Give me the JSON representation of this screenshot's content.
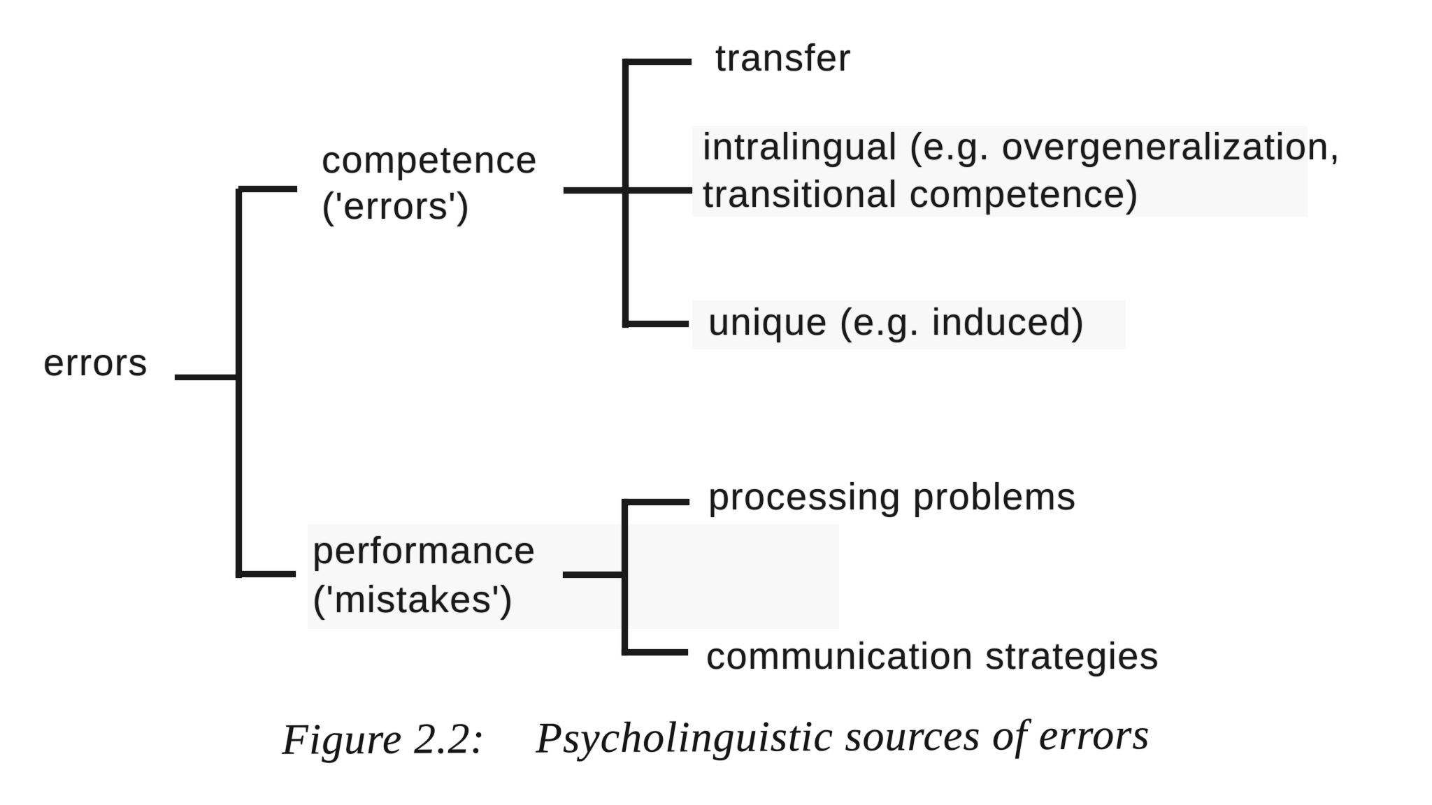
{
  "figure": {
    "tree": {
      "root": {
        "label": "errors"
      },
      "nodes": {
        "competence": {
          "line1": "competence",
          "line2": "('errors')"
        },
        "performance": {
          "line1": "performance",
          "line2": "('mistakes')"
        },
        "transfer": {
          "label": "transfer"
        },
        "intralingual": {
          "line1": "intralingual (e.g. overgeneralization,",
          "line2": "transitional competence)"
        },
        "unique": {
          "label": "unique (e.g. induced)"
        },
        "processing": {
          "label": "processing problems"
        },
        "communication": {
          "label": "communication strategies"
        }
      }
    },
    "caption": {
      "figure_label": "Figure 2.2:",
      "figure_title": "Psycholinguistic sources of errors"
    },
    "colors": {
      "ink": "#1a1a1a",
      "background": "#ffffff"
    }
  }
}
